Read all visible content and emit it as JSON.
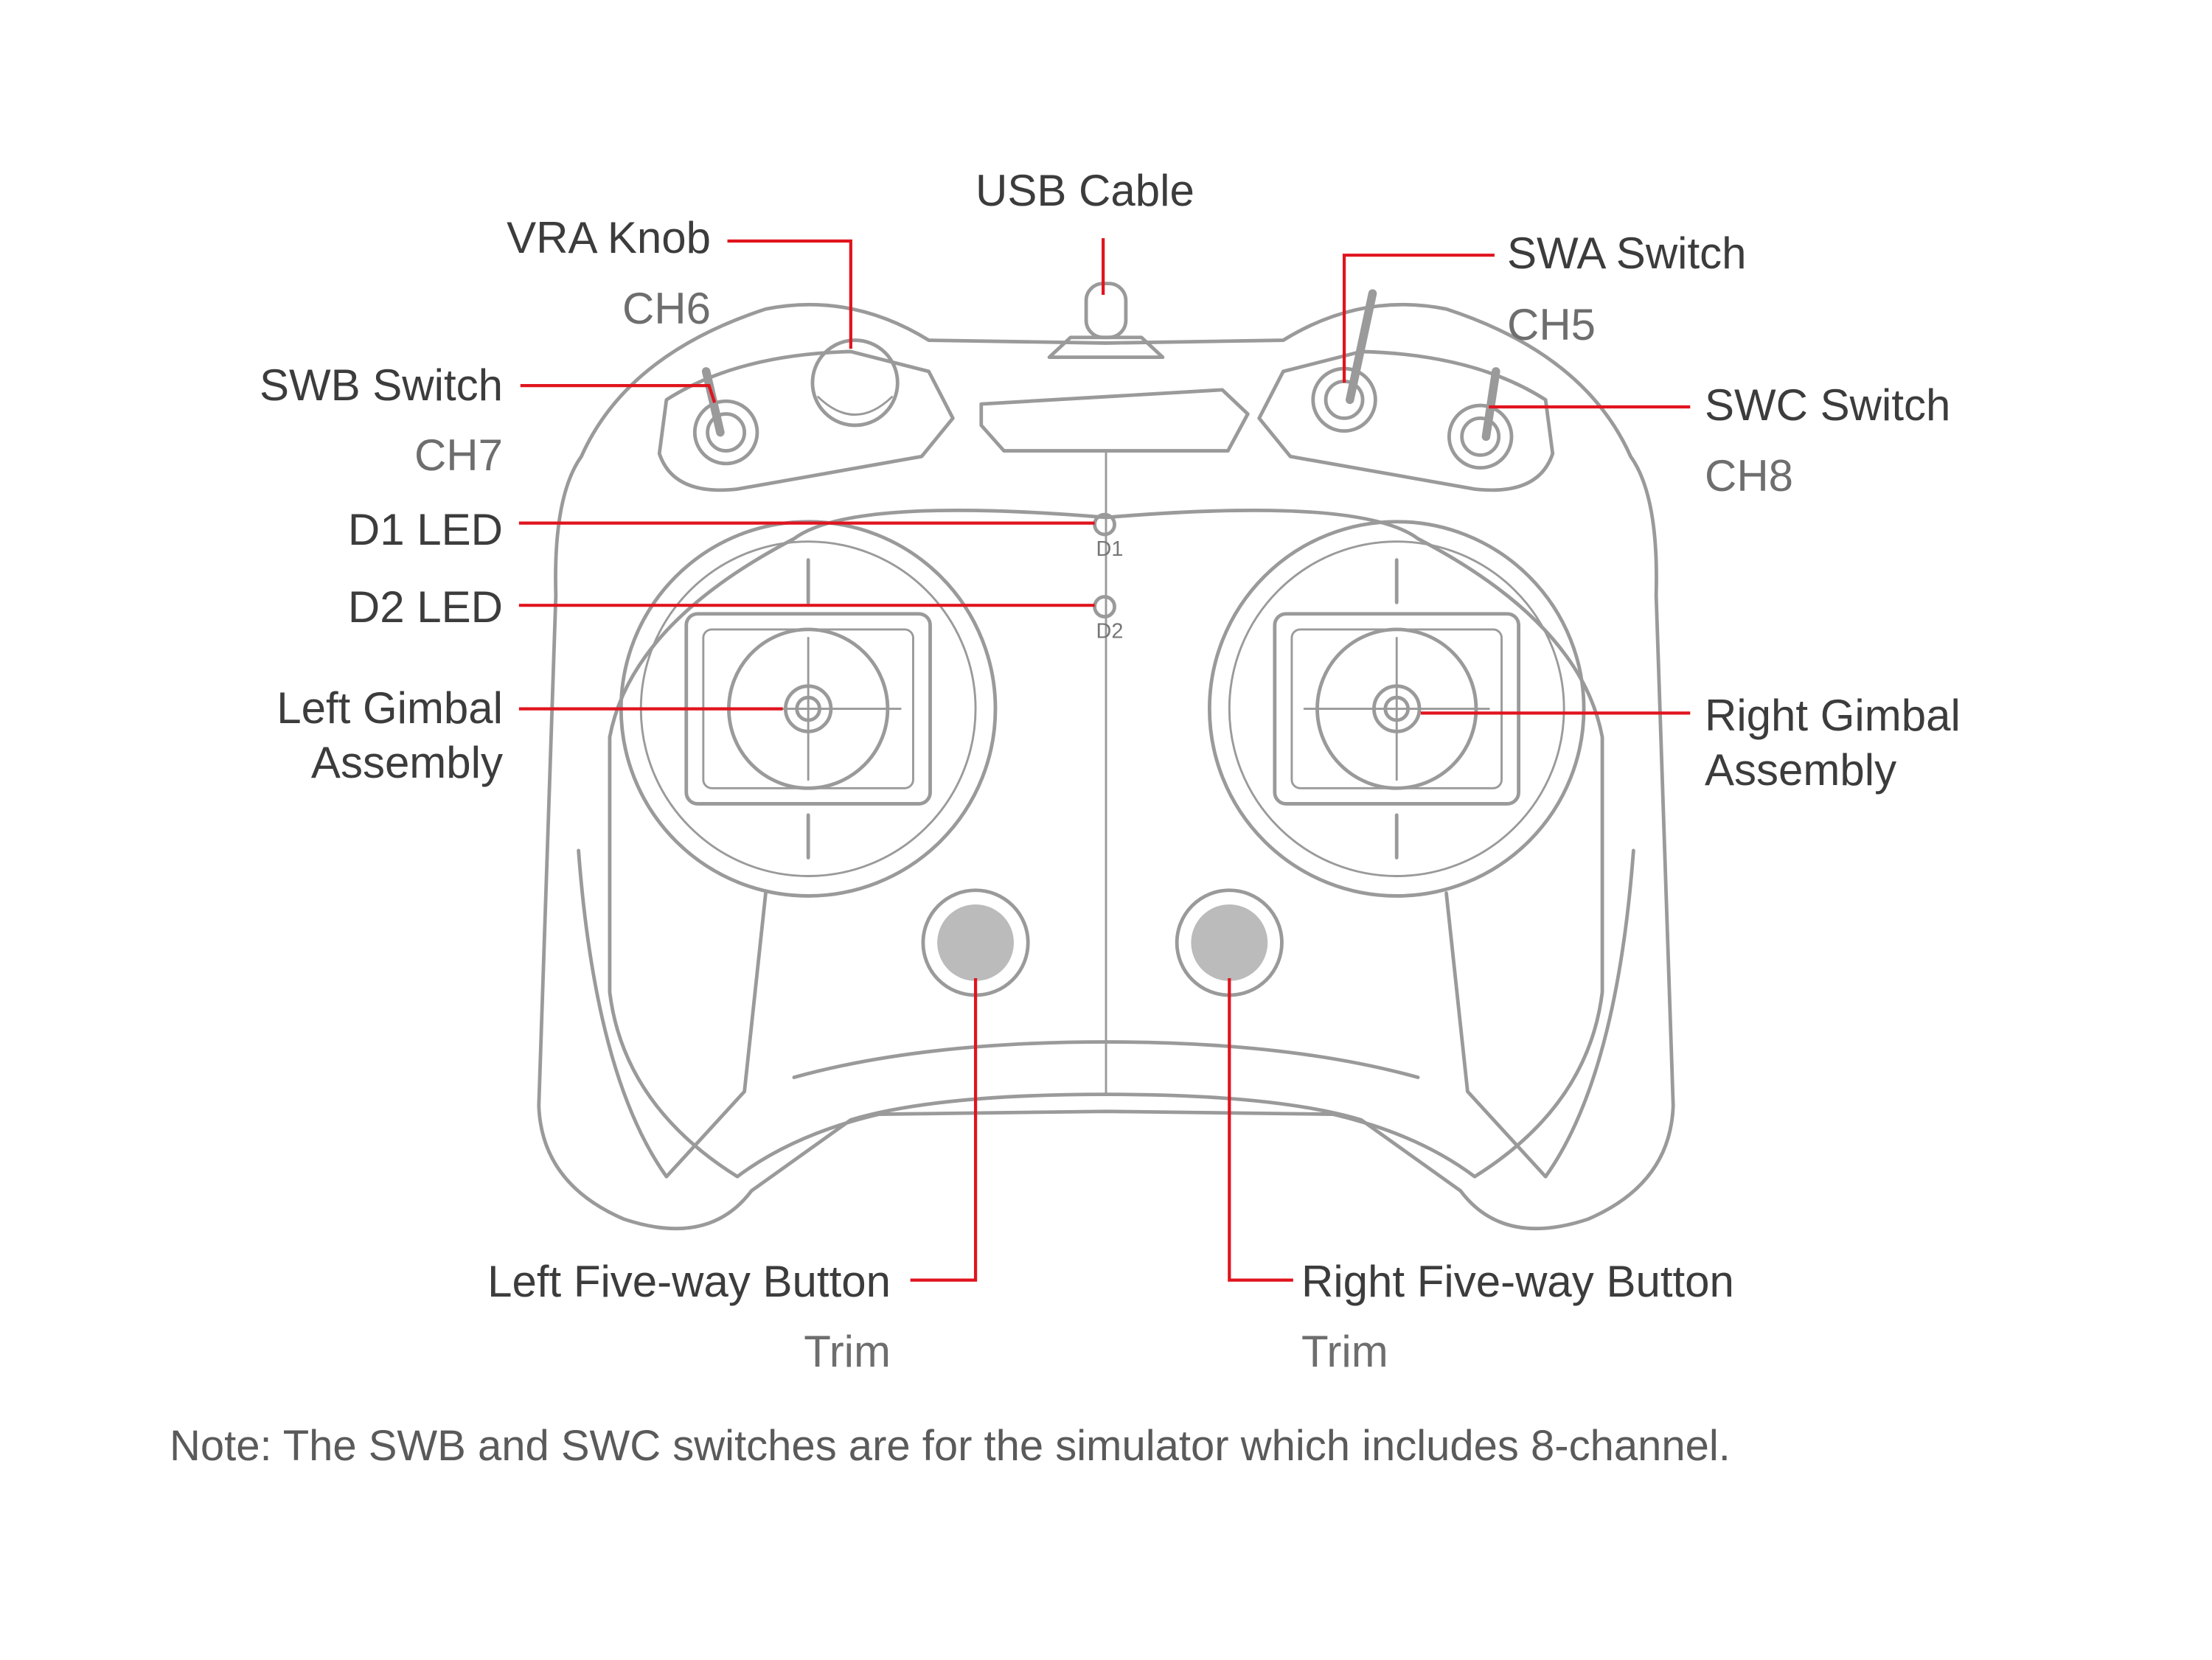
{
  "labels": {
    "usb_cable": "USB Cable",
    "vra_knob": "VRA Knob",
    "vra_channel": "CH6",
    "swa_switch": "SWA Switch",
    "swa_channel": "CH5",
    "swb_switch": "SWB Switch",
    "swb_channel": "CH7",
    "swc_switch": "SWC Switch",
    "swc_channel": "CH8",
    "d1_led": "D1 LED",
    "d2_led": "D2 LED",
    "left_gimbal_line1": "Left Gimbal",
    "left_gimbal_line2": "Assembly",
    "right_gimbal_line1": "Right Gimbal",
    "right_gimbal_line2": "Assembly",
    "left_five_way": "Left Five-way Button",
    "left_five_way_function": "Trim",
    "right_five_way": "Right Five-way Button",
    "right_five_way_function": "Trim"
  },
  "device_markings": {
    "d1": "D1",
    "d2": "D2"
  },
  "note": "Note: The SWB and SWC switches are for the simulator which includes 8-channel.",
  "colors": {
    "callout": "#e0141e",
    "outline": "#9a9a9a",
    "text": "#3c3c3c",
    "button_fill": "#bbbbbb"
  }
}
